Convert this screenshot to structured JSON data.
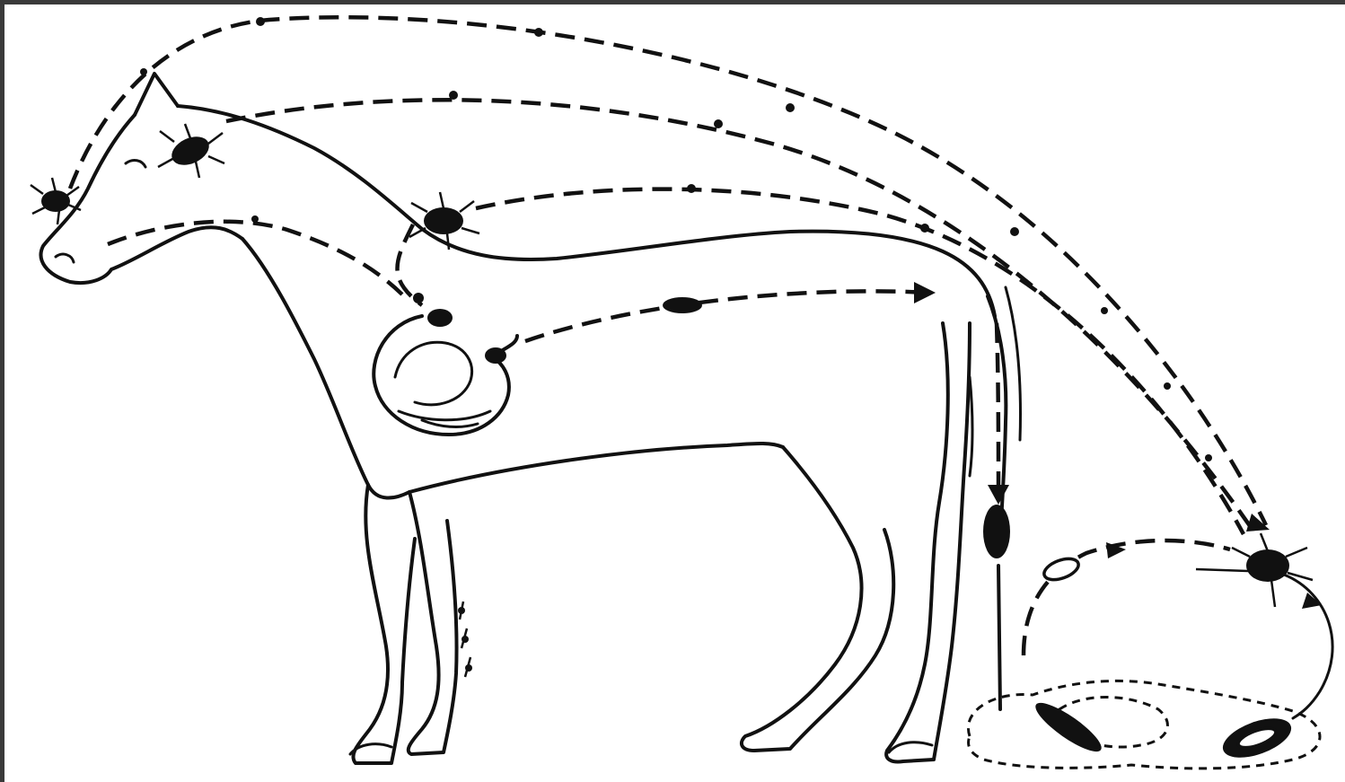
{
  "diagram": {
    "subject": "horse-parasite-life-cycle",
    "colors": {
      "line": "#111111",
      "background": "#ffffff",
      "frame": "#3a3a3a"
    },
    "parts": [
      "horse-outline",
      "stomach-with-larvae",
      "fly-at-nose",
      "fly-at-head",
      "fly-at-withers",
      "fly-near-ground",
      "eggs-on-leg",
      "egg-in-feces",
      "pupae-in-soil",
      "transmission-paths"
    ]
  }
}
